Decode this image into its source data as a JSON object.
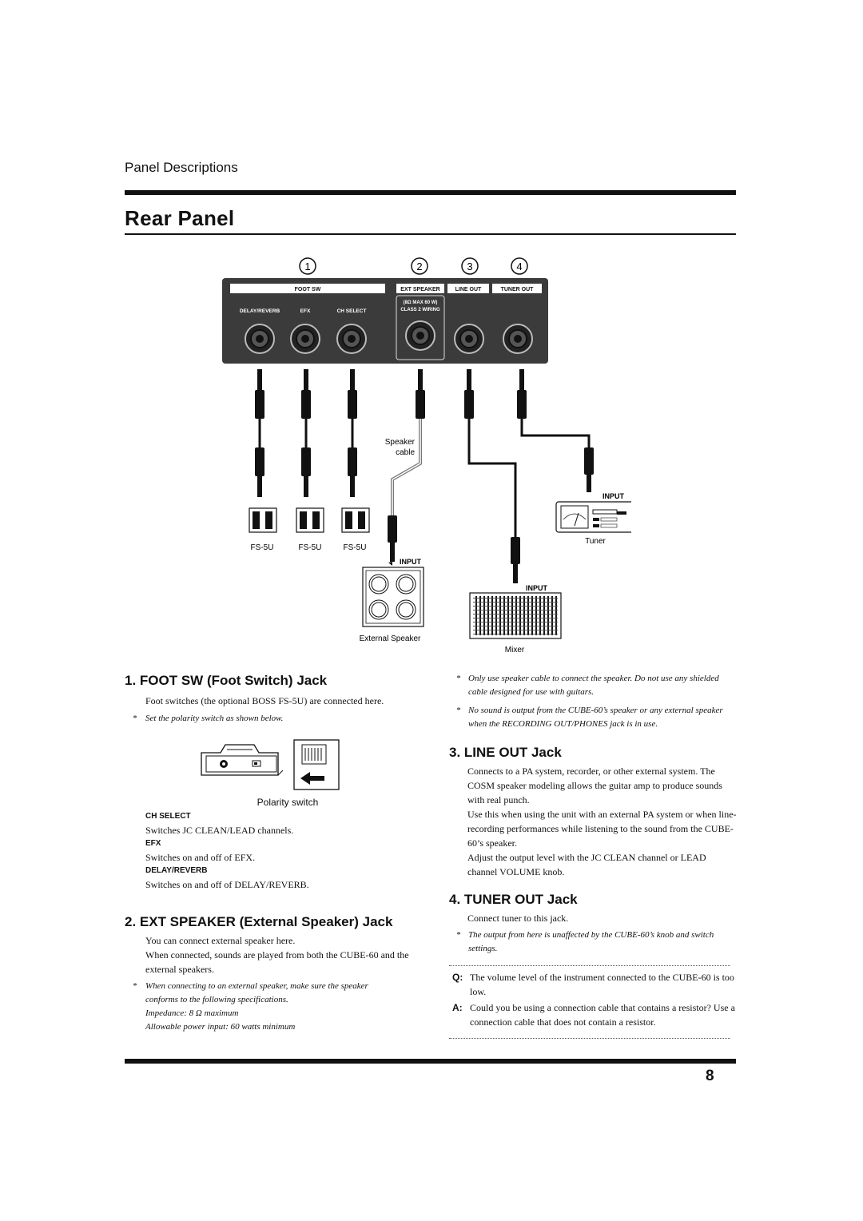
{
  "header": {
    "section": "Panel Descriptions",
    "title": "Rear Panel",
    "page_number": "8"
  },
  "diagram": {
    "callouts": [
      "1",
      "2",
      "3",
      "4"
    ],
    "panel_headers": {
      "foot_sw": "FOOT SW",
      "ext_speaker": "EXT SPEAKER",
      "line_out": "LINE OUT",
      "tuner_out": "TUNER OUT"
    },
    "jack_labels": {
      "delay_reverb": "DELAY/REVERB",
      "efx": "EFX",
      "ch_select": "CH SELECT"
    },
    "spec_lines": [
      "(8Ω MAX 60 W)",
      "CLASS 2 WIRING"
    ],
    "speaker_cable_lines": [
      "Speaker",
      "cable"
    ],
    "footswitch_labels": [
      "FS-5U",
      "FS-5U",
      "FS-5U"
    ],
    "input_label": "INPUT",
    "device_labels": {
      "tuner": "Tuner",
      "external_speaker": "External Speaker",
      "mixer": "Mixer"
    }
  },
  "section1": {
    "heading": "1.  FOOT SW (Foot Switch) Jack",
    "body": "Foot switches (the optional BOSS FS-5U) are connected here.",
    "note": "Set the polarity switch as shown below.",
    "figure_caption": "Polarity switch",
    "items": [
      {
        "label": "CH SELECT",
        "text": "Switches JC CLEAN/LEAD channels."
      },
      {
        "label": "EFX",
        "text": "Switches on and off of EFX."
      },
      {
        "label": "DELAY/REVERB",
        "text": "Switches on and off of DELAY/REVERB."
      }
    ]
  },
  "section2": {
    "heading": "2.  EXT SPEAKER (External Speaker) Jack",
    "body": [
      "You can connect external speaker here.",
      "When connected, sounds are played from both the CUBE-60 and the external speakers."
    ],
    "note_lines": [
      "When connecting to an external speaker, make sure the speaker",
      "conforms to the following specifications.",
      "Impedance: 8 Ω maximum",
      "Allowable power input: 60 watts minimum"
    ]
  },
  "right_notes": [
    "Only use speaker cable to connect the speaker. Do not use any shielded cable designed for use with guitars.",
    "No sound is output from the CUBE-60’s speaker or any external speaker when the RECORDING OUT/PHONES jack is in use."
  ],
  "section3": {
    "heading": "3.  LINE OUT Jack",
    "paragraphs": [
      "Connects to a PA system, recorder, or other external system. The COSM speaker modeling allows the guitar amp to produce sounds with real punch.",
      "Use this when using the unit with an external PA system or when line-recording performances while listening to the sound from the CUBE-60’s speaker.",
      "Adjust the output level with the JC CLEAN channel or LEAD channel VOLUME knob."
    ]
  },
  "section4": {
    "heading": "4.  TUNER OUT Jack",
    "body": "Connect tuner to this jack.",
    "note": "The output from here is unaffected by the CUBE-60’s knob and switch settings."
  },
  "qa": {
    "q_label": "Q:",
    "question": "The volume level of the instrument connected to the CUBE-60 is too low.",
    "a_label": "A:",
    "answer": "Could you be using a connection cable that contains a resistor? Use a connection cable that does not contain a resistor."
  }
}
